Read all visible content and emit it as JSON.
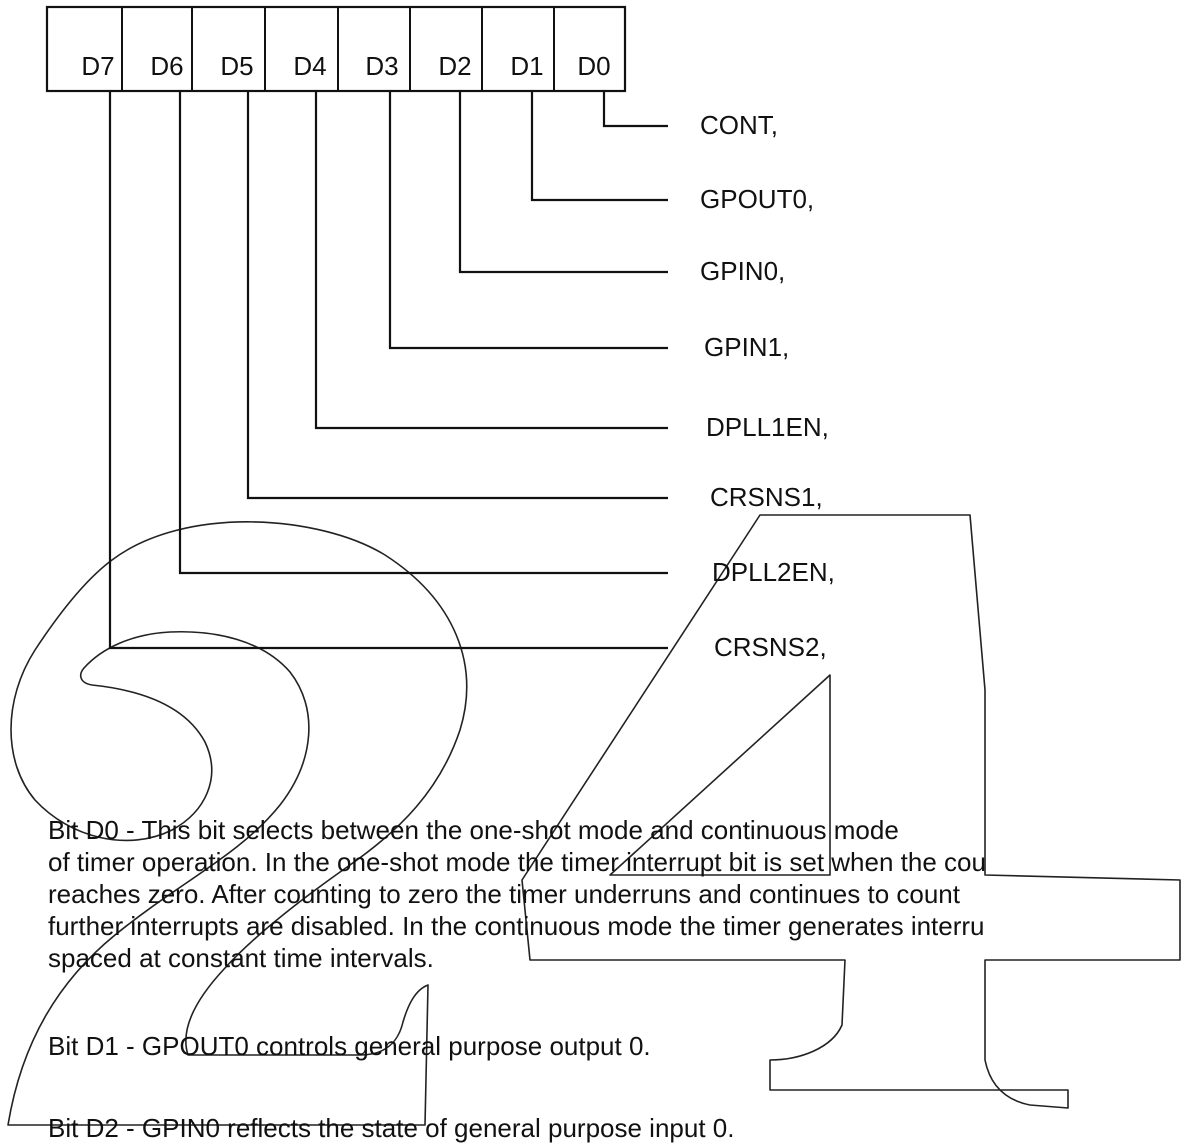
{
  "register": {
    "bits": [
      "D7",
      "D6",
      "D5",
      "D4",
      "D3",
      "D2",
      "D1",
      "D0"
    ]
  },
  "signals": [
    {
      "bit": "D0",
      "label": "CONT,"
    },
    {
      "bit": "D1",
      "label": "GPOUT0,"
    },
    {
      "bit": "D2",
      "label": "GPIN0,"
    },
    {
      "bit": "D3",
      "label": "GPIN1,"
    },
    {
      "bit": "D4",
      "label": "DPLL1EN,"
    },
    {
      "bit": "D5",
      "label": "CRSNS1,"
    },
    {
      "bit": "D6",
      "label": "DPLL2EN,"
    },
    {
      "bit": "D7",
      "label": "CRSNS2,"
    }
  ],
  "watermark": {
    "text": "24"
  },
  "descriptions": {
    "d0_lines": [
      "Bit D0 - This bit selects between the one-shot mode and continuous mode",
      "of timer operation. In the one-shot mode the timer interrupt bit is set when the cou",
      "reaches zero.  After counting to zero the timer underruns and continues to count",
      "further interrupts are disabled. In the continuous mode the timer generates interru",
      "spaced at constant time intervals."
    ],
    "d1": "Bit D1 - GPOUT0 controls general purpose output 0.",
    "d2": "Bit D2 - GPIN0 reflects the state of general purpose input 0."
  }
}
